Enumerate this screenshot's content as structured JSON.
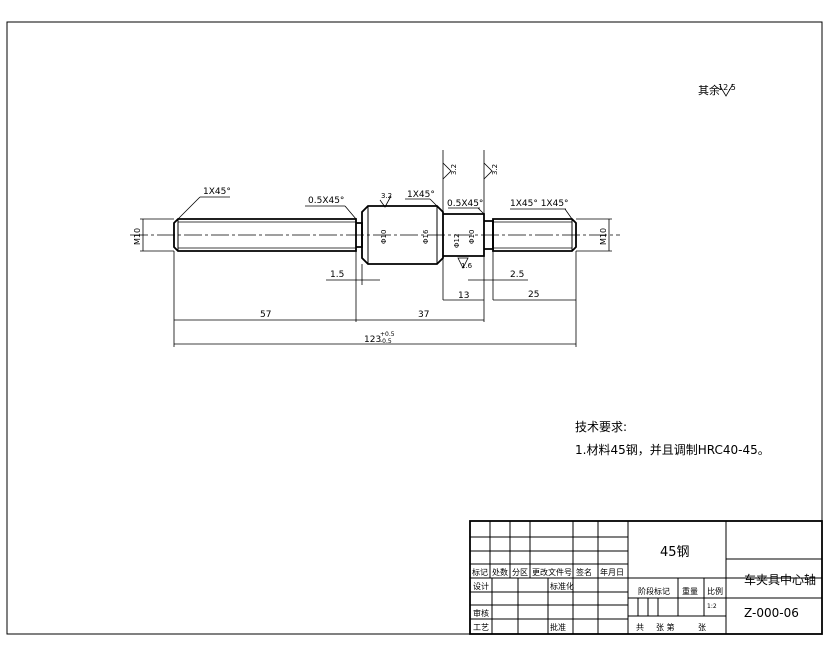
{
  "surface_roughness_note": "其余",
  "surface_roughness_value": "12.5",
  "dimensions": {
    "chamfer_left": "1X45°",
    "chamfer_mid1": "0.5X45°",
    "roughness_a": "3.2",
    "chamfer_mid2": "1X45°",
    "chamfer_mid3": "0.5X45°",
    "chamfer_right": "1X45° 1X45°",
    "thread_left": "M10",
    "thread_right": "M10",
    "dia_16": "Φ16",
    "dia_10": "Φ10",
    "dia_12": "Φ12",
    "dia_10b": "Φ10",
    "rough_b": "1.6",
    "rough_c": "3.2",
    "rough_d": "3.2",
    "groove_left": "1.5",
    "groove_right": "2.5",
    "len_13": "13",
    "len_25": "25",
    "len_57": "57",
    "len_37": "37",
    "len_total": "123",
    "tol_upper": "+0.5",
    "tol_lower": "-0.5"
  },
  "notes": {
    "heading": "技术要求:",
    "line1": "1.材料45钢，并且调制HRC40-45。"
  },
  "title_block": {
    "material": "45钢",
    "part_name": "车夹具中心轴",
    "drawing_no": "Z-000-06",
    "scale_value": "1:2",
    "labels": {
      "mark": "标记",
      "count": "处数",
      "zone": "分区",
      "change_doc": "更改文件号",
      "sign": "签名",
      "date": "年月日",
      "design": "设计",
      "standard": "标准化",
      "review": "审核",
      "process": "工艺",
      "approve": "批准",
      "stage_mark": "阶段标记",
      "weight": "重量",
      "scale": "比例",
      "total": "共",
      "sheet": "张 第",
      "sheet_end": "张"
    }
  }
}
